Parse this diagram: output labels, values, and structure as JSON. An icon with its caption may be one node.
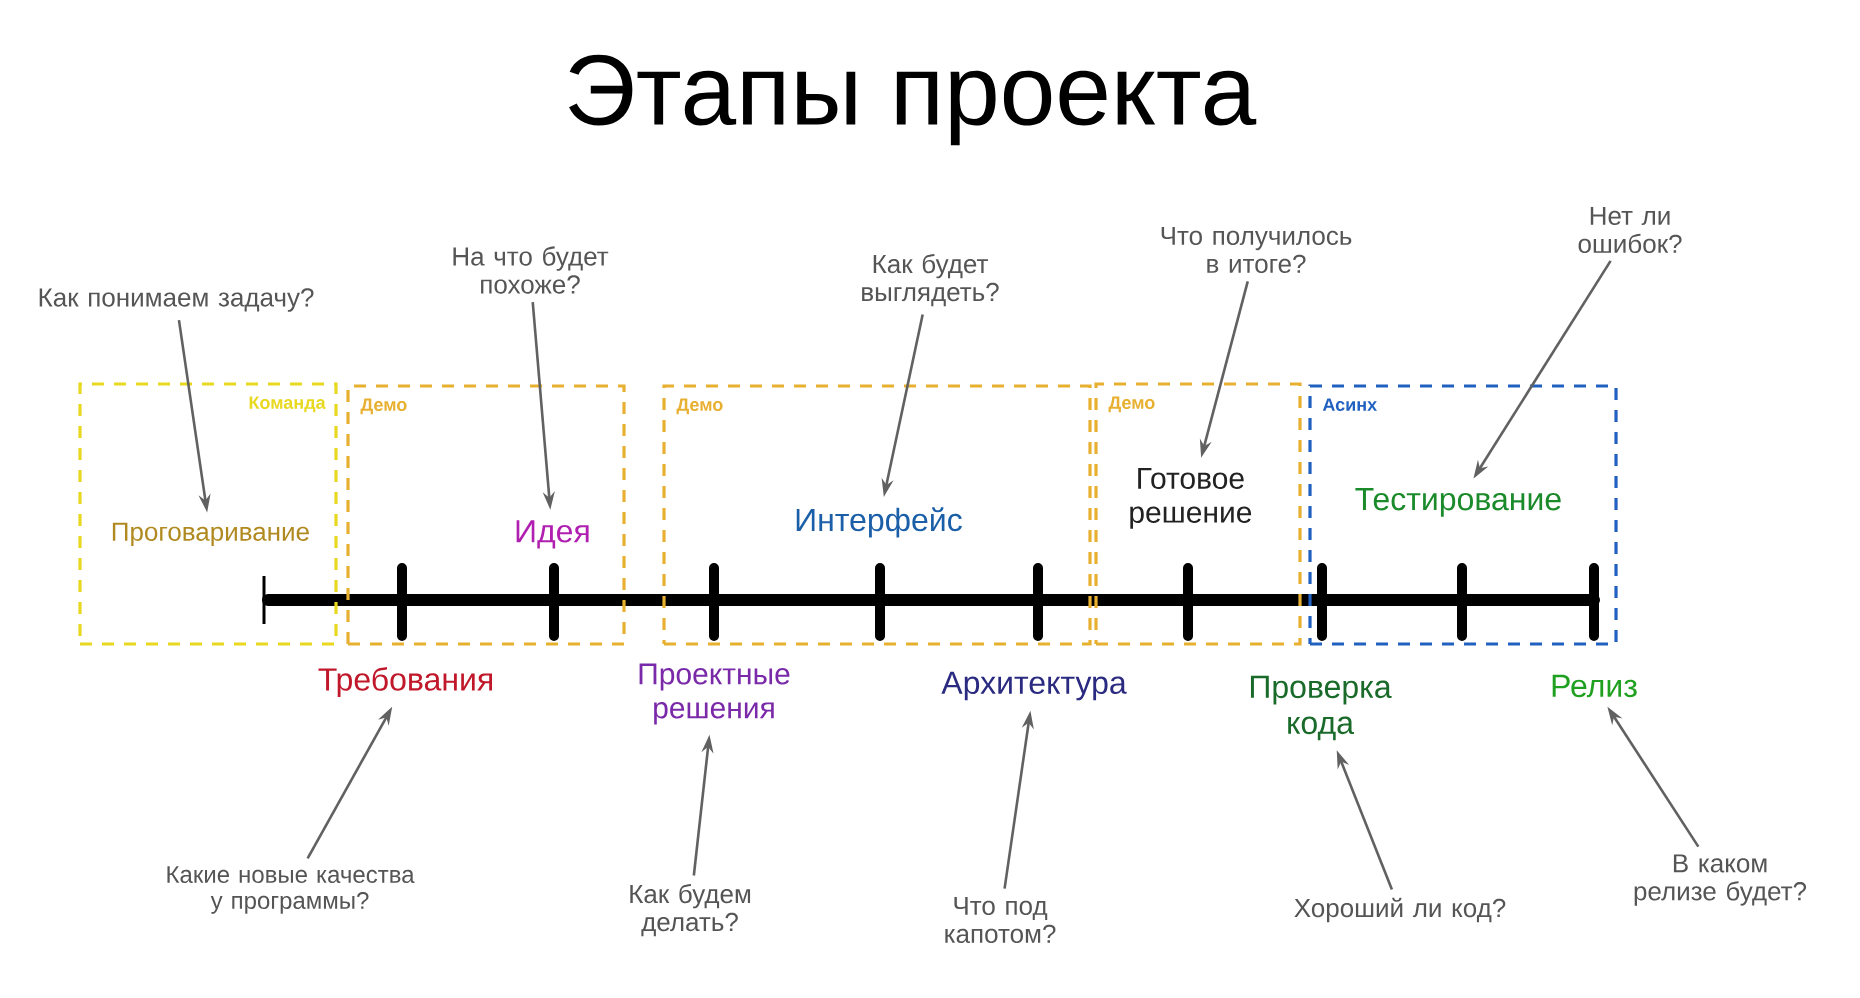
{
  "diagram": {
    "title": "Этапы проекта",
    "nodes": [
      {
        "text": [
          "Как понимаем задачу?"
        ]
      },
      {
        "text": [
          "На что будет похоже?"
        ]
      },
      {
        "text": [
          "Как будет выглядеть?"
        ]
      },
      {
        "text": [
          "Что получилось в итоге?"
        ]
      },
      {
        "text": [
          "Нет ли ошибок?"
        ]
      },
      {
        "text": [
          "Команда"
        ]
      },
      {
        "text": [
          "Проговаривание"
        ],
        "in": 5
      },
      {
        "text": [
          "Демо"
        ]
      },
      {
        "text": [
          "Идея"
        ],
        "in": 7
      },
      {
        "text": [
          "Демо"
        ]
      },
      {
        "text": [
          "Интерфейс"
        ],
        "in": 9
      },
      {
        "text": [
          "Демо"
        ]
      },
      {
        "text": [
          "Готовое решение"
        ],
        "in": 11
      },
      {
        "text": [
          "Асинх"
        ]
      },
      {
        "text": [
          "Тестирование"
        ],
        "in": 13
      },
      {
        "text": [
          "Требования"
        ]
      },
      {
        "text": [
          "Проектные решения"
        ]
      },
      {
        "text": [
          "Архитектура"
        ]
      },
      {
        "text": [
          "Проверка кода"
        ]
      },
      {
        "text": [
          "Релиз"
        ]
      },
      {
        "text": [
          "Какие новые качества у программы?"
        ]
      },
      {
        "text": [
          "Как будем делать?"
        ]
      },
      {
        "text": [
          "Что под капотом?"
        ]
      },
      {
        "text": [
          "Хороший ли код?"
        ]
      },
      {
        "text": [
          "В каком релизе будет?"
        ]
      }
    ],
    "edges": [
      {
        "from": 0,
        "to": 6,
        "arrow": "to"
      },
      {
        "from": 1,
        "to": 8,
        "arrow": "to"
      },
      {
        "from": 2,
        "to": 10,
        "arrow": "to"
      },
      {
        "from": 3,
        "to": 12,
        "arrow": "to"
      },
      {
        "from": 4,
        "to": 14,
        "arrow": "to"
      },
      {
        "from": 20,
        "to": 15,
        "arrow": "to"
      },
      {
        "from": 21,
        "to": 16,
        "arrow": "to"
      },
      {
        "from": 22,
        "to": 17,
        "arrow": "to"
      },
      {
        "from": 23,
        "to": 18,
        "arrow": "to"
      },
      {
        "from": 24,
        "to": 19,
        "arrow": "to"
      }
    ]
  }
}
